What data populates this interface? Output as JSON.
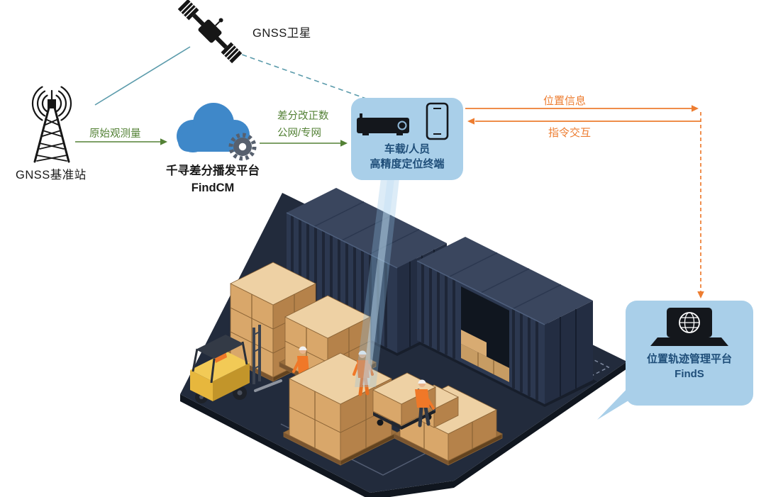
{
  "colors": {
    "teal": "#5b9bab",
    "green": "#538135",
    "orange": "#ed7d31",
    "boxBg": "#a9cfe9",
    "boxText": "#1f4e79",
    "cloudBlue": "#3f88c9",
    "gearGray": "#57606e",
    "ink": "#1a1a1a"
  },
  "nodes": {
    "satellite": {
      "label": "GNSS卫星"
    },
    "base_station": {
      "label": "GNSS基准站"
    },
    "cloud_platform": {
      "title": "千寻差分播发平台",
      "product": "FindCM"
    },
    "terminal": {
      "line1": "车载/人员",
      "line2": "高精度定位终端"
    },
    "management_platform": {
      "title": "位置轨迹管理平台",
      "product": "FindS"
    }
  },
  "edges": {
    "raw_observation": {
      "label": "原始观测量"
    },
    "differential_correction": {
      "line1": "差分改正数",
      "line2": "公网/专网"
    },
    "position_info": {
      "label": "位置信息"
    },
    "command_interaction": {
      "label": "指令交互"
    }
  }
}
